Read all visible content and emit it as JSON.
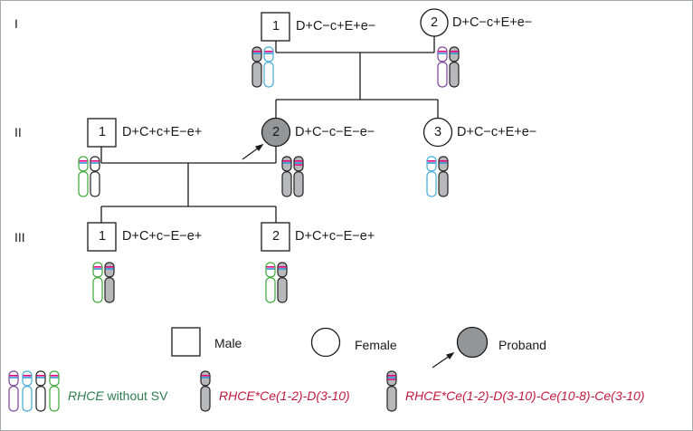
{
  "generations": [
    "I",
    "II",
    "III"
  ],
  "individuals": {
    "I1": {
      "number": "1",
      "sex": "male",
      "phenotype": "D+C−c+E+e−"
    },
    "I2": {
      "number": "2",
      "sex": "female",
      "phenotype": "D+C−c+E+e−"
    },
    "II1": {
      "number": "1",
      "sex": "male",
      "phenotype": "D+C+c+E−e+"
    },
    "II2": {
      "number": "2",
      "sex": "female",
      "proband": true,
      "phenotype": "D+C−c−E−e−"
    },
    "II3": {
      "number": "3",
      "sex": "female",
      "phenotype": "D+C−c+E+e−"
    },
    "III1": {
      "number": "1",
      "sex": "male",
      "phenotype": "D+C+c−E−e+"
    },
    "III2": {
      "number": "2",
      "sex": "male",
      "phenotype": "D+C+c−E−e+"
    }
  },
  "legend": {
    "male": "Male",
    "female": "Female",
    "proband": "Proband",
    "allele_plain_italic": "RHCE",
    "allele_plain_rest": " without SV",
    "allele_sv1": "RHCE*Ce(1-2)-D(3-10)",
    "allele_sv2": "RHCE*Ce(1-2)-D(3-10)-Ce(10-8)-Ce(3-10)"
  },
  "colors": {
    "line": "#1a1a1a",
    "proband_fill": "#939598",
    "chrom_purple": "#7b3f98",
    "chrom_blue": "#3fa9d8",
    "chrom_black": "#231f20",
    "chrom_green": "#3aa535",
    "chrom_gray": "#b6b8ba",
    "band_pink": "#e6007e",
    "band_blue": "#2e9bd6",
    "text_green": "#2e7d4f",
    "text_red": "#c3193f"
  }
}
